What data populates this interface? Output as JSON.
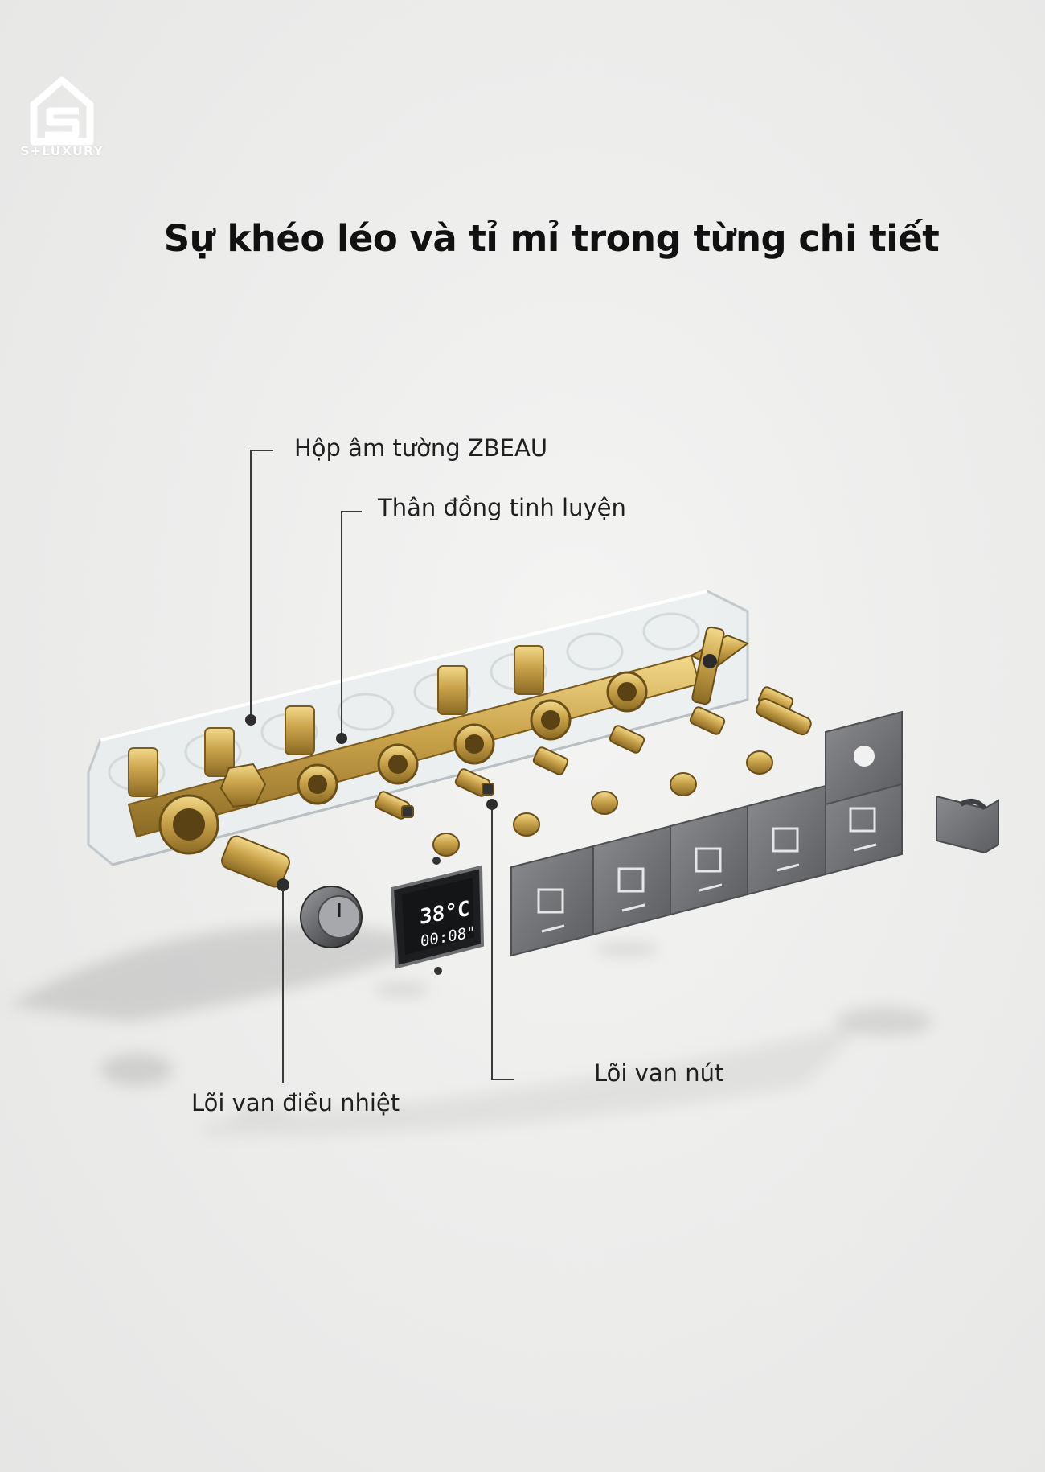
{
  "brand": {
    "name": "S+LUXURY"
  },
  "title": "Sự khéo léo và tỉ mỉ trong từng chi tiết",
  "callouts": {
    "concealed_box": "Hộp âm tường ZBEAU",
    "brass_body": "Thân đồng tinh luyện",
    "thermostatic_cartridge": "Lõi van điều nhiệt",
    "button_cartridge": "Lõi van nút"
  },
  "display": {
    "temperature": "38°C",
    "time": "00:08\""
  },
  "button_icons": [
    "rain-shower-icon",
    "waterfall-icon",
    "handheld-shower-icon",
    "spout-icon",
    "towel-rack-icon"
  ],
  "colors": {
    "brass": "#c9a24a",
    "panel": "#6d6e71",
    "leader": "#3a3a3a"
  }
}
